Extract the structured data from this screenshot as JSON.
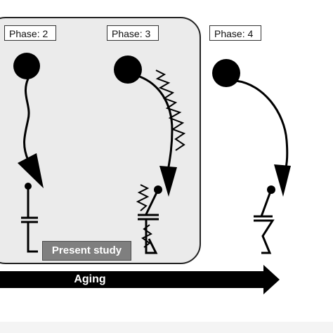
{
  "phases": [
    {
      "label": "Phase: 2"
    },
    {
      "label": "Phase: 3"
    },
    {
      "label": "Phase: 4"
    }
  ],
  "present_study": {
    "label": "Present study"
  },
  "aging": {
    "label": "Aging"
  },
  "colors": {
    "panel_fill": "#ebebeb",
    "panel_border": "#222222",
    "figure": "#000000",
    "study_badge": "#7f7f7f",
    "arrow": "#000000"
  }
}
